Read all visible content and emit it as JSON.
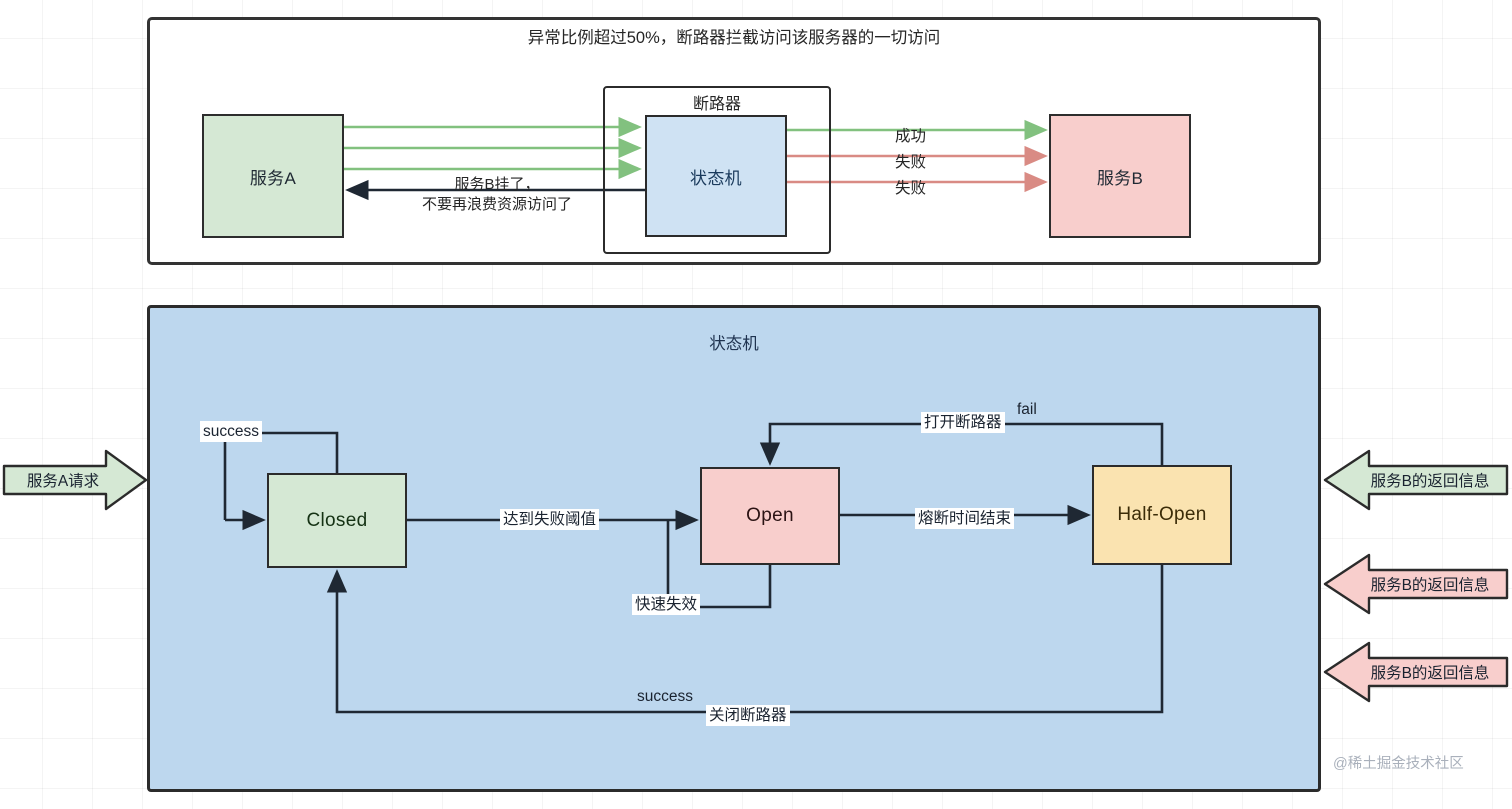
{
  "colors": {
    "green_fill": "#d5e8d4",
    "pink_fill": "#f8cecc",
    "blue_fill": "#cfe2f3",
    "panel_blue": "#bdd7ee",
    "orange_fill": "#fae3b0",
    "green_arrow": "#82c17f",
    "red_arrow": "#d98b84",
    "dark_stroke": "#2b2b2b"
  },
  "top_panel": {
    "title": "异常比例超过50%，断路器拦截访问该服务器的一切访问",
    "service_a": "服务A",
    "breaker_title": "断路器",
    "state_machine": "状态机",
    "service_b": "服务B",
    "request_edge_labels": [
      "成功",
      "失败",
      "失败"
    ],
    "down_message_line1": "服务B挂了，",
    "down_message_line2": "不要再浪费资源访问了"
  },
  "bottom_panel": {
    "title": "状态机",
    "states": [
      {
        "id": "closed",
        "label": "Closed"
      },
      {
        "id": "open",
        "label": "Open"
      },
      {
        "id": "half_open",
        "label": "Half-Open"
      }
    ],
    "transitions": [
      {
        "from": "closed",
        "to": "closed",
        "label": "success"
      },
      {
        "from": "closed",
        "to": "open",
        "label": "达到失败阈值"
      },
      {
        "from": "open",
        "to": "open",
        "label": "快速失效"
      },
      {
        "from": "open",
        "to": "half_open",
        "label": "熔断时间结束"
      },
      {
        "from": "half_open",
        "to": "open",
        "label": "打开断路器",
        "label2": "fail"
      },
      {
        "from": "half_open",
        "to": "closed",
        "label": "success",
        "label2": "关闭断路器"
      }
    ],
    "labels": {
      "success_loop": "success",
      "failure_threshold": "达到失败阈值",
      "open_breaker": "打开断路器",
      "fail": "fail",
      "fuse_time_end": "熔断时间结束",
      "fast_fail": "快速失效",
      "success_bottom": "success",
      "close_breaker": "关闭断路器"
    }
  },
  "callouts": {
    "left": {
      "label": "服务A请求",
      "color": "#d5e8d4",
      "direction": "right"
    },
    "right": [
      {
        "label": "服务B的返回信息",
        "color": "#d5e8d4",
        "direction": "left"
      },
      {
        "label": "服务B的返回信息",
        "color": "#f8cecc",
        "direction": "left"
      },
      {
        "label": "服务B的返回信息",
        "color": "#f8cecc",
        "direction": "left"
      }
    ]
  },
  "watermark": "@稀土掘金技术社区"
}
